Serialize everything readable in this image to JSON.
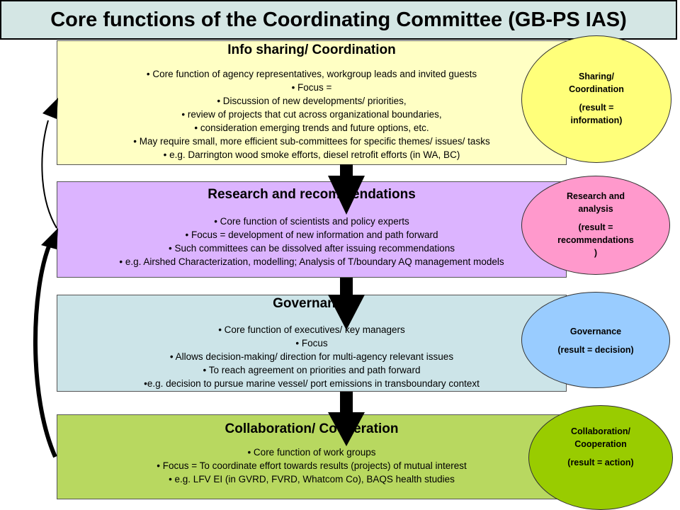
{
  "title": "Core functions of the Coordinating Committee (GB-PS IAS)",
  "boxes": [
    {
      "heading": "Info sharing/ Coordination",
      "items": [
        "• Core function of agency representatives, workgroup leads and invited guests",
        "• Focus =",
        "• Discussion of new developments/ priorities,",
        "• review of projects that cut across organizational boundaries,",
        "• consideration emerging trends and future options, etc.",
        "• May require small, more efficient sub-committees for specific themes/ issues/ tasks",
        "• e.g. Darrington wood smoke efforts, diesel retrofit efforts (in WA, BC)"
      ]
    },
    {
      "heading": "Research and recommendations",
      "items": [
        "• Core function of scientists and policy experts",
        "• Focus = development of new information and path forward",
        "• Such committees can be dissolved after issuing recommendations",
        "• e.g. Airshed Characterization, modelling; Analysis of T/boundary AQ management models"
      ]
    },
    {
      "heading": "Governance",
      "items": [
        "• Core function of executives/ key managers",
        "• Focus",
        "• Allows decision-making/ direction for multi-agency relevant issues",
        "• To reach agreement on priorities and path forward",
        "•e.g. decision to pursue marine vessel/ port emissions in transboundary context"
      ]
    },
    {
      "heading": "Collaboration/ Cooperation",
      "items": [
        "• Core function of work groups",
        "• Focus = To coordinate effort towards results (projects) of mutual interest",
        "• e.g. LFV EI (in GVRD, FVRD, Whatcom Co), BAQS health studies"
      ]
    }
  ],
  "ovals": [
    {
      "line1": "Sharing/",
      "line2": "Coordination",
      "result1": "(result =",
      "result2": "information)"
    },
    {
      "line1": "Research and",
      "line2": "analysis",
      "result1": "(result =",
      "result2": "recommendations",
      "result3": ")"
    },
    {
      "line1": "Governance",
      "result1": "(result = decision)"
    },
    {
      "line1": "Collaboration/",
      "line2": "Cooperation",
      "result1": "(result = action)"
    }
  ],
  "colors": {
    "title_bg": "#d4e6e4",
    "box1": "#ffffc4",
    "box2": "#dcb4ff",
    "box3": "#cce4e8",
    "box4": "#b8d860",
    "oval1": "#ffff7a",
    "oval2": "#ff99cc",
    "oval3": "#99ccff",
    "oval4": "#99cc00"
  }
}
